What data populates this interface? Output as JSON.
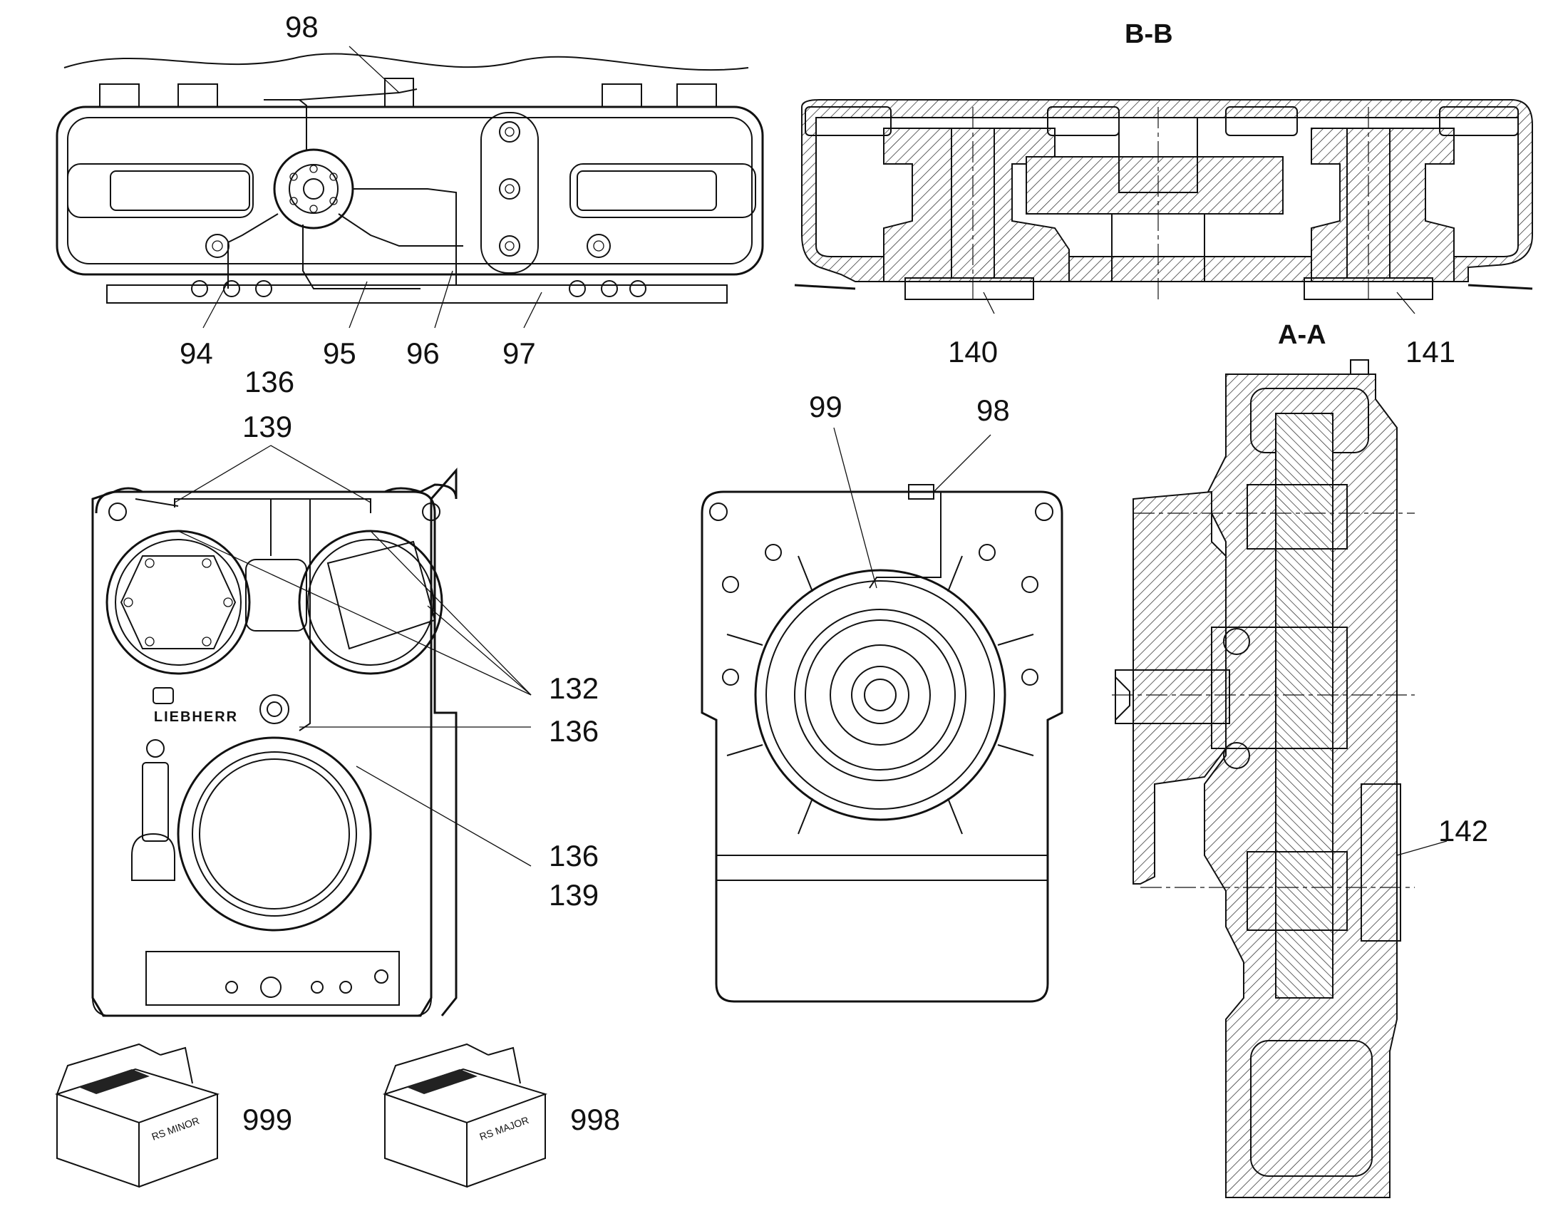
{
  "section_titles": {
    "bb": "B-B",
    "aa": "A-A"
  },
  "callouts": {
    "c98_top": "98",
    "c94": "94",
    "c95": "95",
    "c96": "96",
    "c97": "97",
    "c140": "140",
    "c141": "141",
    "c136_a": "136",
    "c139_a": "139",
    "c99": "99",
    "c98_mid": "98",
    "c132": "132",
    "c136_b": "136",
    "c136_c": "136",
    "c139_b": "139",
    "c142": "142",
    "c999": "999",
    "c998": "998"
  },
  "boxes": {
    "minor": "RS MINOR",
    "major": "RS MAJOR"
  },
  "brand": "LIEBHERR"
}
